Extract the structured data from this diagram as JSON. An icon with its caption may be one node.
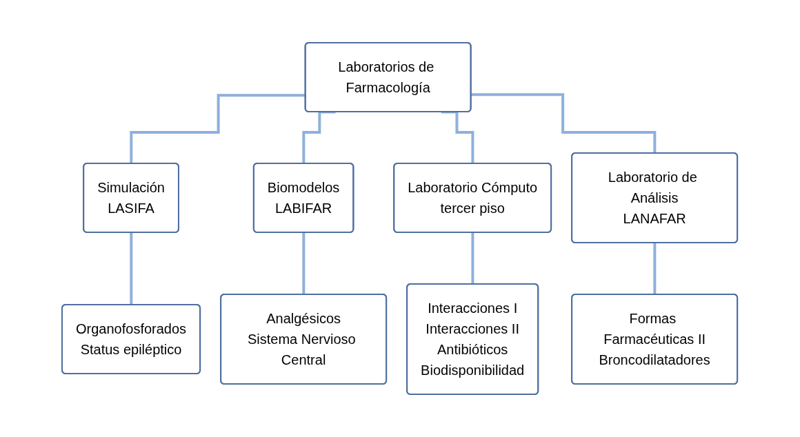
{
  "diagram": {
    "nodes": [
      {
        "text": [
          "Laboratorios de Farmacología"
        ]
      },
      {
        "text": [
          "Simulación",
          "LASIFA"
        ]
      },
      {
        "text": [
          "Biomodelos",
          "LABIFAR"
        ]
      },
      {
        "text": [
          "Laboratorio Cómputo",
          "tercer piso"
        ]
      },
      {
        "text": [
          "Laboratorio de Análisis",
          "LANAFAR"
        ]
      },
      {
        "text": [
          "Organofosforados",
          "Status epiléptico"
        ]
      },
      {
        "text": [
          "Analgésicos",
          "Sistema Nervioso Central"
        ]
      },
      {
        "text": [
          "Interacciones I",
          "Interacciones II",
          "Antibióticos",
          "Biodisponibilidad"
        ]
      },
      {
        "text": [
          "Formas Farmacéuticas II",
          "Broncodilatadores"
        ]
      }
    ],
    "edges": [
      {
        "from": 0,
        "to": 1,
        "arrow": "none"
      },
      {
        "from": 0,
        "to": 2,
        "arrow": "none"
      },
      {
        "from": 0,
        "to": 3,
        "arrow": "none"
      },
      {
        "from": 0,
        "to": 4,
        "arrow": "none"
      },
      {
        "from": 1,
        "to": 5,
        "arrow": "none"
      },
      {
        "from": 2,
        "to": 6,
        "arrow": "none"
      },
      {
        "from": 3,
        "to": 7,
        "arrow": "none"
      },
      {
        "from": 4,
        "to": 8,
        "arrow": "none"
      }
    ]
  }
}
